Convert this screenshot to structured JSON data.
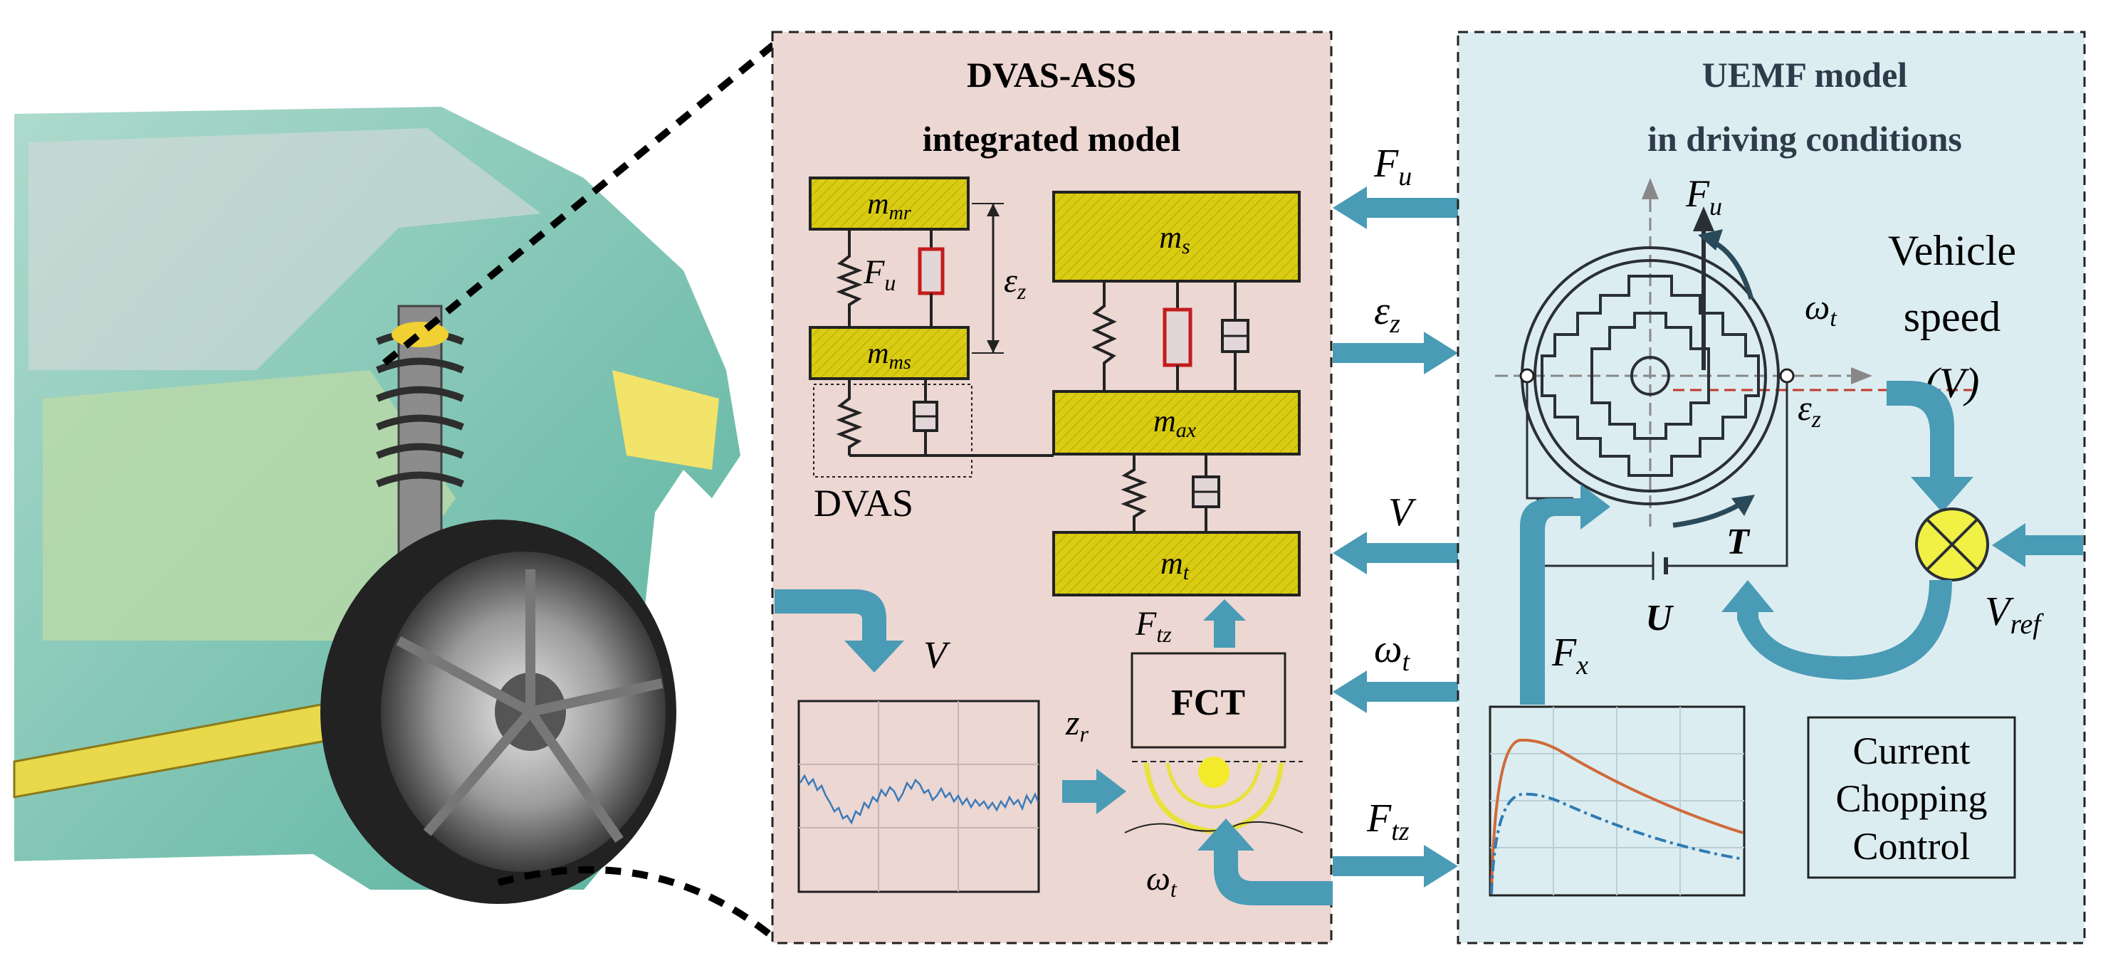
{
  "panels": {
    "dvas": {
      "title_line1": "DVAS-ASS",
      "title_line2": "integrated model",
      "dvas_label": "DVAS",
      "m_mr": {
        "base": "m",
        "sub": "mr"
      },
      "m_ms": {
        "base": "m",
        "sub": "ms"
      },
      "m_s": {
        "base": "m",
        "sub": "s"
      },
      "m_ax": {
        "base": "m",
        "sub": "ax"
      },
      "m_t": {
        "base": "m",
        "sub": "t"
      },
      "fu_label": {
        "base": "F",
        "sub": "u"
      },
      "ez_label": {
        "base": "ε",
        "sub": "z"
      },
      "ftz_label": {
        "base": "F",
        "sub": "tz"
      },
      "v_label": "V",
      "fct": "FCT",
      "zr_label": {
        "base": "z",
        "sub": "r"
      },
      "wt_label": {
        "base": "ω",
        "sub": "t"
      }
    },
    "uemf": {
      "title_line1": "UEMF model",
      "title_line2": "in driving conditions",
      "fu_label": {
        "base": "F",
        "sub": "u"
      },
      "wt_label": {
        "base": "ω",
        "sub": "t"
      },
      "ez_label": {
        "base": "ε",
        "sub": "z"
      },
      "torque": "T",
      "voltage": "U",
      "fx_label": {
        "base": "F",
        "sub": "x"
      },
      "vehicle_speed_line1": "Vehicle",
      "vehicle_speed_line2": "speed",
      "vehicle_speed_line3": "(V)",
      "vref_label": {
        "base": "V",
        "sub": "ref"
      },
      "ccc_line1": "Current",
      "ccc_line2": "Chopping",
      "ccc_line3": "Control"
    }
  },
  "interface_signals": [
    {
      "base": "F",
      "sub": "u"
    },
    {
      "base": "ε",
      "sub": "z"
    },
    {
      "base": "V",
      "sub": ""
    },
    {
      "base": "ω",
      "sub": "t"
    },
    {
      "base": "F",
      "sub": "tz"
    }
  ],
  "colors": {
    "dvas_panel": "#ecd7d3",
    "uemf_panel": "#dcedf1",
    "mass_fill": "#d9cc12",
    "arrow": "#4a9bb5",
    "damper_red": "#c41c1c",
    "curve_orange": "#d06a3a",
    "curve_blue": "#2e7bb5",
    "speed_line": "#c0392b",
    "comparator": "#f1f145"
  }
}
